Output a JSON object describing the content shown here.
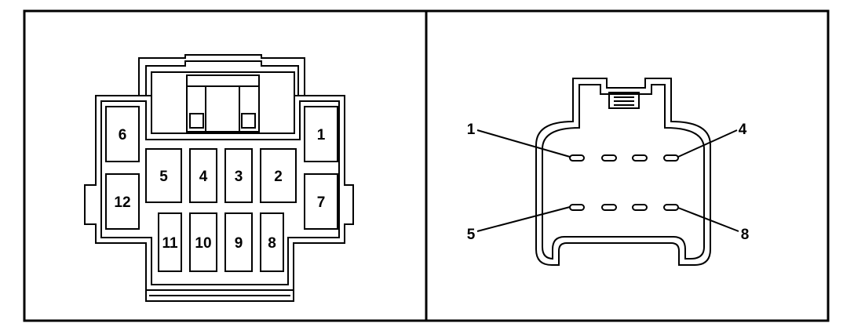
{
  "left_connector": {
    "cavities": [
      {
        "label": "1"
      },
      {
        "label": "2"
      },
      {
        "label": "3"
      },
      {
        "label": "4"
      },
      {
        "label": "5"
      },
      {
        "label": "6"
      },
      {
        "label": "7"
      },
      {
        "label": "8"
      },
      {
        "label": "9"
      },
      {
        "label": "10"
      },
      {
        "label": "11"
      },
      {
        "label": "12"
      }
    ]
  },
  "right_connector": {
    "callouts": [
      {
        "label": "1"
      },
      {
        "label": "4"
      },
      {
        "label": "5"
      },
      {
        "label": "8"
      }
    ]
  },
  "colors": {
    "stroke": "#000000",
    "background": "#ffffff"
  }
}
